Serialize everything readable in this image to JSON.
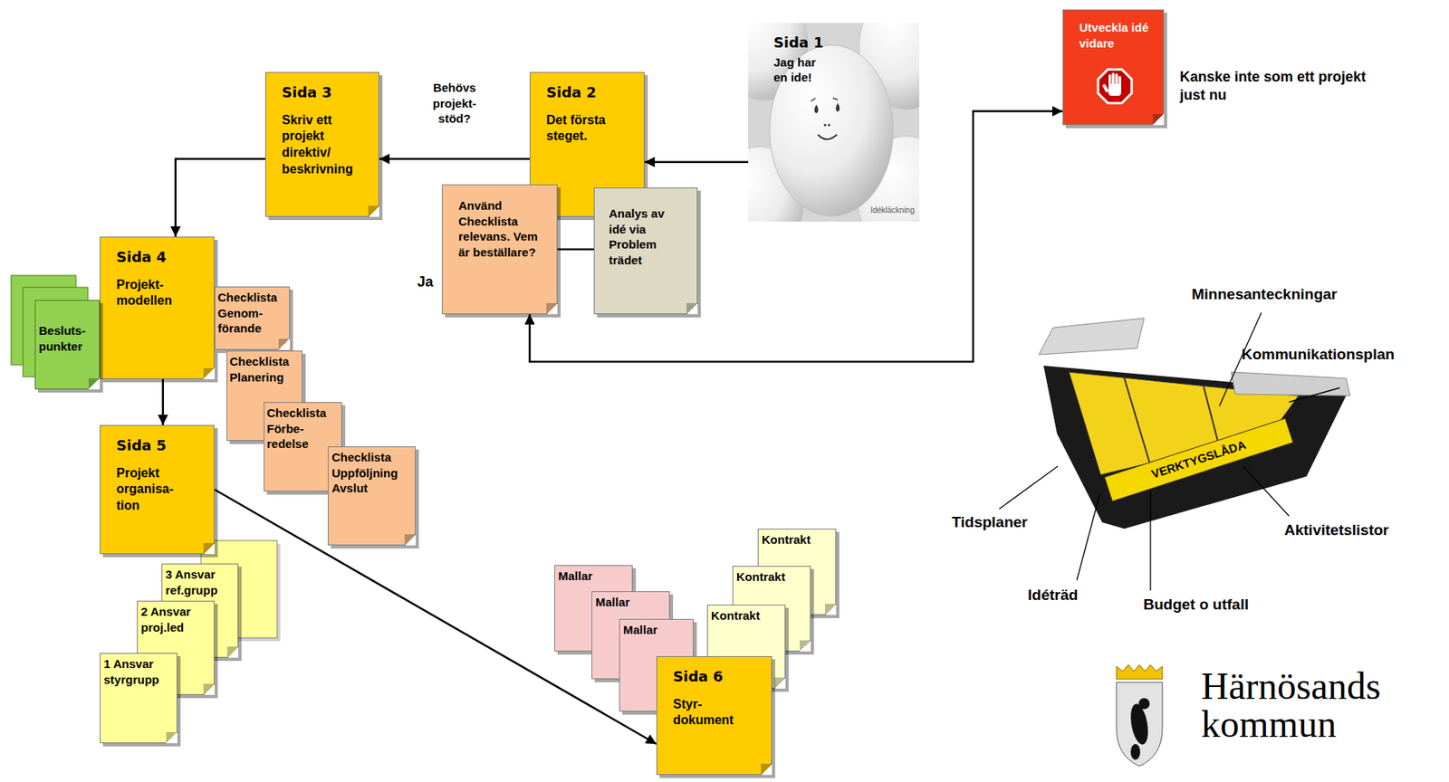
{
  "diagram": {
    "nodes": [
      {
        "text": [
          "Sida 1",
          "Jag har en ide!",
          "Idékläckning"
        ]
      },
      {
        "text": [
          "Utveckla idé vidare"
        ]
      },
      {
        "text": [
          "Sida 2",
          "Det första steget."
        ]
      },
      {
        "text": [
          "Sida 3",
          "Skriv ett projekt direktiv/ beskrivning"
        ]
      },
      {
        "text": [
          "Använd Checklista relevans. Vem är beställare?"
        ]
      },
      {
        "text": [
          "Analys av idé via Problem trädet"
        ]
      },
      {
        "text": [
          "Sida 4",
          "Projekt- modellen"
        ]
      },
      {
        "text": [
          "Besluts- punkter"
        ]
      },
      {
        "text": [
          "Checklista Genom- förande"
        ]
      },
      {
        "text": [
          "Checklista Planering"
        ]
      },
      {
        "text": [
          "Checklista Förbe- redelse"
        ]
      },
      {
        "text": [
          "Checklista Uppföljning Avslut"
        ]
      },
      {
        "text": [
          "Sida 5",
          "Projekt organisa- tion"
        ]
      },
      {
        "text": [
          "3 Ansvar ref.grupp"
        ]
      },
      {
        "text": [
          "2 Ansvar proj.led"
        ]
      },
      {
        "text": [
          "1 Ansvar styrgrupp"
        ]
      },
      {
        "text": [
          "Kontrakt"
        ]
      },
      {
        "text": [
          "Mallar"
        ]
      },
      {
        "text": [
          "Kontrakt"
        ]
      },
      {
        "text": [
          "Mallar"
        ]
      },
      {
        "text": [
          "Kontrakt"
        ]
      },
      {
        "text": [
          "Mallar"
        ]
      },
      {
        "text": [
          "Sida 6",
          "Styr- dokument"
        ]
      }
    ],
    "edges": [
      {
        "from": 0,
        "to": 2,
        "arrow": "to"
      },
      {
        "from": 2,
        "to": 3,
        "label": "Behövs projekt- stöd?",
        "arrow": "to"
      },
      {
        "from": 3,
        "to": 6,
        "arrow": "to"
      },
      {
        "from": 6,
        "to": 12,
        "arrow": "to"
      },
      {
        "from": 12,
        "to": 22,
        "arrow": "to"
      },
      {
        "from": 4,
        "to": 1,
        "arrow": "both"
      },
      {
        "from": 4,
        "to": 5,
        "arrow": "none"
      }
    ],
    "labels": [
      "Ja",
      "Kanske inte som ett projekt just nu",
      "Minnesanteckningar",
      "Kommunikationsplan",
      "Tidsplaner",
      "Aktivitetslistor",
      "Idéträd",
      "Budget o utfall",
      "VERKTYGSLÅDA",
      "Härnösands kommun"
    ]
  }
}
